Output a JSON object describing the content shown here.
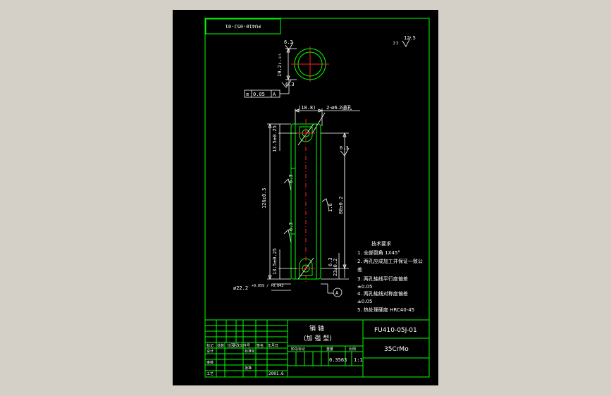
{
  "drawing": {
    "code_box_text": "FU410-05J-01",
    "roughness_corner_prefix": "??",
    "roughness_corner_value": "12.5",
    "roughness_a": "6.3",
    "roughness_b": "6.3",
    "roughness_c": "6.3",
    "roughness_d": "6.3",
    "roughness_e": "1.6",
    "dim_top_dia": "19.2₀.₀₅",
    "tol_symbol": "≡",
    "tol_value": "0.05",
    "tol_ref": "A",
    "dim_width": "(18.8)",
    "hole_note": "2-ø6.2通孔",
    "dim_overall": "126±0.5",
    "dim_upper_hole": "13.5±0.25",
    "dim_lower_hole": "13.5±0.25",
    "dim_center": "80±0.2",
    "dim_right_low": "23±0.2",
    "dim_bottom_dia": "ø22.2",
    "dim_bottom_tol": "+0.059 / +0.043",
    "datum_label": "A",
    "tech_title": "技术要求",
    "tech_lines": [
      "1. 全部倒角  1X45°",
      "2. 两孔应成加工并保证一致公",
      "差",
      "3. 两孔轴线平行度偏差",
      "±0.05",
      "4. 两孔轴线对称度偏差",
      "±0.05",
      "5. 热处理硬度  HRC40-45"
    ]
  },
  "title_block": {
    "part_name": "销   轴",
    "part_sub": "(加  强  型)",
    "drawing_no": "FU410-05J-01",
    "material": "35CrMo",
    "weight": "0.3563",
    "scale": "1:1",
    "date": "2001.6",
    "labels_row1": [
      "标记",
      "处数",
      "分区",
      "更改文件号",
      "签名",
      "年月日"
    ],
    "labels_row2": [
      "设计",
      "",
      "标准化"
    ],
    "labels_row3": [
      "审核",
      "",
      "批准"
    ],
    "labels_row4": [
      "工艺",
      "",
      ""
    ],
    "stage_label": "阶段标记",
    "weight_label": "重量",
    "scale_label": "比例"
  }
}
